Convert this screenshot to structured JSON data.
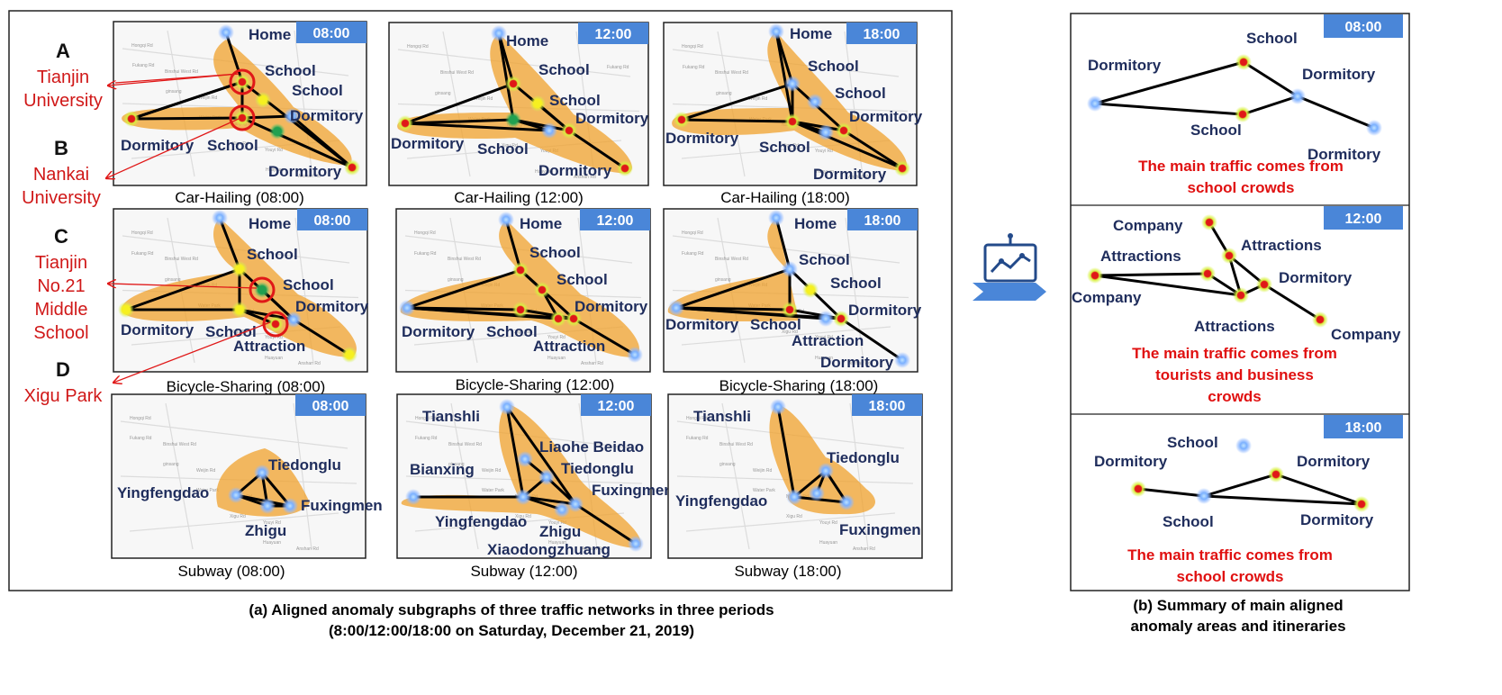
{
  "left_panels": [
    {
      "time": "08:00",
      "caption": "Car-Hailing (08:00)",
      "labels": [
        "Home",
        "School",
        "School",
        "Dormitory",
        "Dormitory",
        "School",
        "Dormitory"
      ]
    },
    {
      "time": "12:00",
      "caption": "Car-Hailing (12:00)",
      "labels": [
        "Home",
        "School",
        "School",
        "Dormitory",
        "Dormitory",
        "School",
        "Dormitory"
      ]
    },
    {
      "time": "18:00",
      "caption": "Car-Hailing (18:00)",
      "labels": [
        "Home",
        "School",
        "School",
        "Dormitory",
        "Dormitory",
        "School",
        "Dormitory"
      ]
    },
    {
      "time": "08:00",
      "caption": "Bicycle-Sharing (08:00)",
      "labels": [
        "Home",
        "School",
        "School",
        "Dormitory",
        "Dormitory",
        "School",
        "Attraction"
      ]
    },
    {
      "time": "12:00",
      "caption": "Bicycle-Sharing (12:00)",
      "labels": [
        "Home",
        "School",
        "School",
        "Dormitory",
        "Dormitory",
        "School",
        "Attraction"
      ]
    },
    {
      "time": "18:00",
      "caption": "Bicycle-Sharing (18:00)",
      "labels": [
        "Home",
        "School",
        "School",
        "Dormitory",
        "Dormitory",
        "School",
        "Attraction",
        "Dormitory"
      ]
    },
    {
      "time": "08:00",
      "caption": "Subway (08:00)",
      "labels": [
        "Tiedonglu",
        "Yingfengdao",
        "Fuxingmen",
        "Zhigu"
      ]
    },
    {
      "time": "12:00",
      "caption": "Subway (12:00)",
      "labels": [
        "Tianshli",
        "Liaohe Beidao",
        "Bianxing",
        "Tiedonglu",
        "Fuxingmen",
        "Yingfengdao",
        "Zhigu",
        "Xiaodongzhuang"
      ]
    },
    {
      "time": "18:00",
      "caption": "Subway (18:00)",
      "labels": [
        "Tianshli",
        "Tiedonglu",
        "Yingfengdao",
        "Fuxingmen"
      ]
    }
  ],
  "map_text": [
    "Hongqi Rd",
    "Binshui West Rd",
    "Weijin Rd",
    "Nanjing Rd",
    "Youyi Rd",
    "Anshan Rd",
    "Fukang Rd",
    "ginsang",
    "Water Park",
    "Xigu Rd",
    "Huayuan"
  ],
  "legend": [
    {
      "letter": "A",
      "text": [
        "Tianjin",
        "University"
      ]
    },
    {
      "letter": "B",
      "text": [
        "Nankai",
        "University"
      ]
    },
    {
      "letter": "C",
      "text": [
        "Tianjin",
        "No.21",
        "Middle",
        "School"
      ]
    },
    {
      "letter": "D",
      "text": [
        "Xigu Park"
      ]
    }
  ],
  "right_panels": [
    {
      "time": "08:00",
      "labels": [
        "Dormitory",
        "School",
        "Dormitory",
        "School",
        "Dormitory"
      ],
      "summary": [
        "The main traffic comes from",
        "school crowds"
      ]
    },
    {
      "time": "12:00",
      "labels": [
        "Company",
        "Attractions",
        "Attractions",
        "Company",
        "Dormitory",
        "Attractions",
        "Company"
      ],
      "summary": [
        "The main traffic comes from",
        "tourists and business",
        "crowds"
      ]
    },
    {
      "time": "18:00",
      "labels": [
        "School",
        "Dormitory",
        "Dormitory",
        "School",
        "Dormitory"
      ],
      "summary": [
        "The main traffic comes from",
        "school crowds"
      ]
    }
  ],
  "caption_a": [
    "(a) Aligned anomaly subgraphs of three traffic networks in three periods",
    "(8:00/12:00/18:00 on Saturday, December 21, 2019)"
  ],
  "caption_b": [
    "(b) Summary of main aligned",
    "anomaly areas and itineraries"
  ],
  "colors": {
    "anomaly": "#f0a22c",
    "badge": "#4a86d8",
    "red_text": "#e01010",
    "label": "#1f2d5c",
    "node_red": "#e02020",
    "node_blue": "#6aa0f0",
    "node_green": "#2aa84a",
    "node_yellow": "#f2ee2a"
  },
  "icons": [
    "presentation-chart-icon",
    "arrow-right-icon"
  ]
}
